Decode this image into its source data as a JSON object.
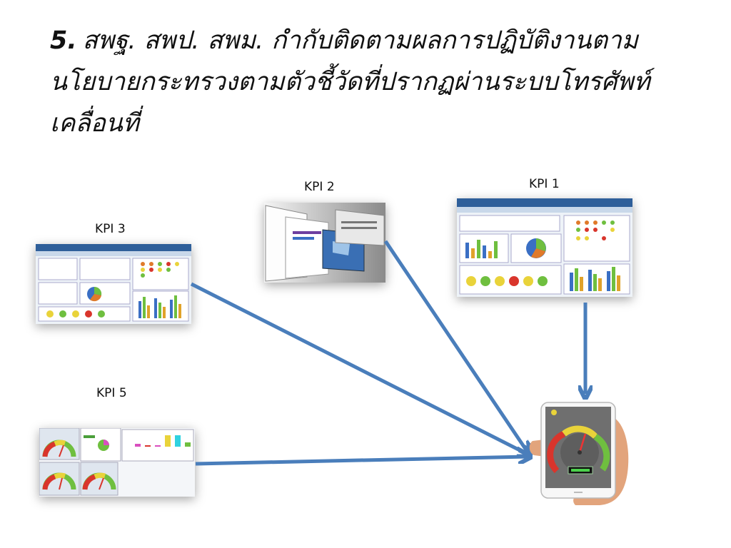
{
  "slide": {
    "title_number": "5.",
    "title_text": "สพฐ. สพป. สพม. กำกับติดตามผลการปฏิบัติงานตามนโยบายกระทรวงตามตัวชี้วัดที่ปรากฏผ่านระบบโทรศัพท์เคลื่อนที่"
  },
  "kpis": [
    {
      "label": "KPI 1",
      "icon": "dashboard-screenshot-icon"
    },
    {
      "label": "KPI 2",
      "icon": "windows-stack-icon"
    },
    {
      "label": "KPI 3",
      "icon": "dashboard-screenshot-icon"
    },
    {
      "label": "KPI 5",
      "icon": "gauge-dashboard-icon"
    }
  ],
  "colors": {
    "arrow": "#4a7ebb",
    "gauge_red": "#d9352c",
    "gauge_yellow": "#e9d33a",
    "gauge_green": "#6fbf3f",
    "gauge_face": "#6f6f6f"
  },
  "phone": {
    "icon": "smartphone-in-hand-icon"
  }
}
